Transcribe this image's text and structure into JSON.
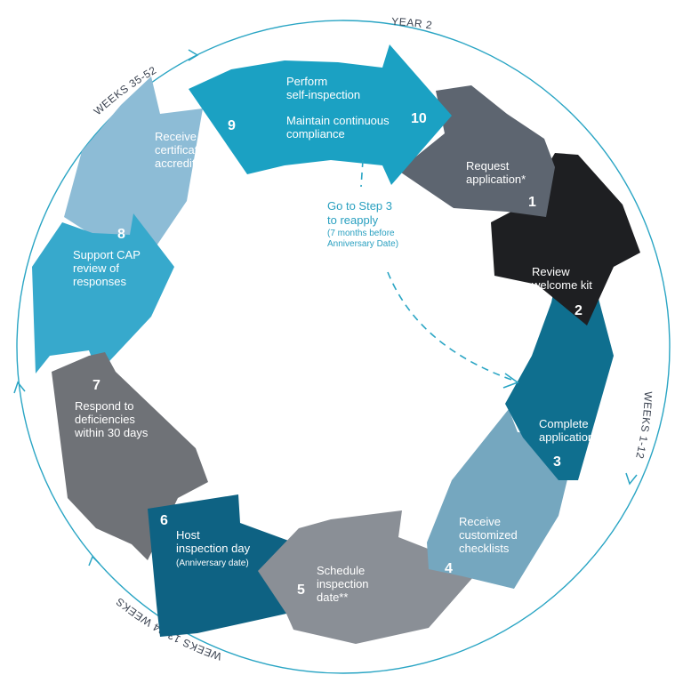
{
  "colors": {
    "ring": "#2aa5c4",
    "step1": "#5d6570",
    "step2": "#1e1f22",
    "step3": "#0f6f8f",
    "step4": "#75a7bf",
    "step5": "#8a8f96",
    "step6": "#0e6283",
    "step7": "#6f7277",
    "step8": "#37a9cc",
    "step9": "#8dbcd6",
    "step10": "#1ba1c3"
  },
  "phases": {
    "year2": "YEAR 2",
    "weeks_1_12": "WEEKS 1-12",
    "weeks_13_24": "WEEKS 13-24 WEEKS",
    "weeks_35_52": "WEEKS 35-52"
  },
  "steps": [
    {
      "number": "1",
      "lines": [
        "Request",
        "application*"
      ]
    },
    {
      "number": "2",
      "lines": [
        "Review",
        "welcome kit"
      ]
    },
    {
      "number": "3",
      "lines": [
        "Complete",
        "application"
      ]
    },
    {
      "number": "4",
      "lines": [
        "Receive",
        "customized",
        "checklists"
      ]
    },
    {
      "number": "5",
      "lines": [
        "Schedule",
        "inspection",
        "date**"
      ]
    },
    {
      "number": "6",
      "lines": [
        "Host",
        "inspection day"
      ],
      "sub": "(Anniversary date)"
    },
    {
      "number": "7",
      "lines": [
        "Respond to",
        "deficiencies",
        "within 30 days"
      ]
    },
    {
      "number": "8",
      "lines": [
        "Support CAP",
        "review of",
        "responses"
      ]
    },
    {
      "number": "9",
      "lines": [
        "Receive",
        "certificate of",
        "accreditation"
      ]
    },
    {
      "number": "10",
      "lines": [
        "Perform",
        "self-inspection",
        "",
        "Maintain continuous",
        "compliance"
      ]
    }
  ],
  "reapply": {
    "line1": "Go to Step 3",
    "line2": "to reapply",
    "line3": "(7 months before",
    "line4": "Anniversary Date)"
  }
}
